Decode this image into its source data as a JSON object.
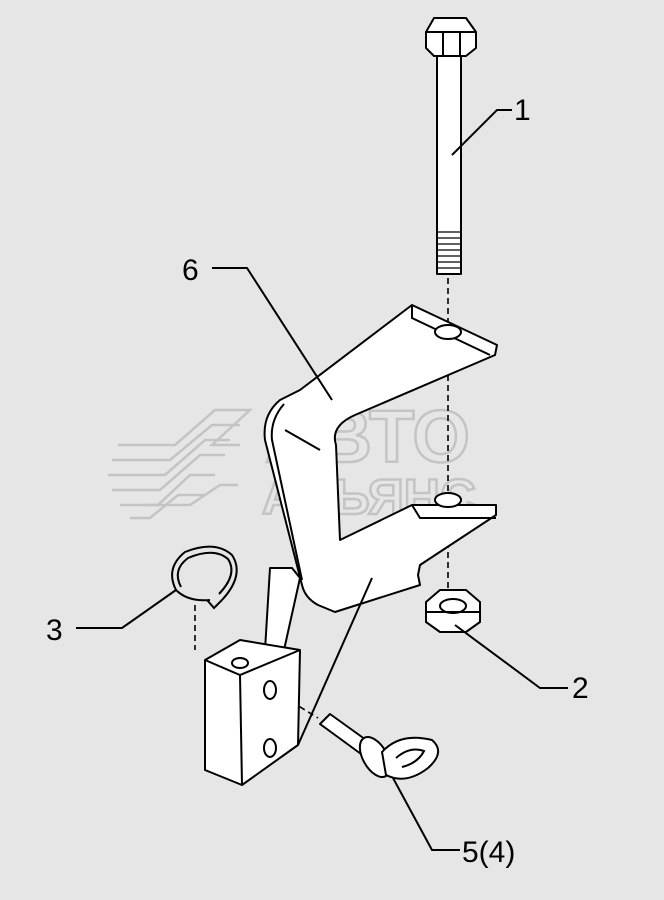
{
  "callouts": [
    {
      "id": "1",
      "label": "1"
    },
    {
      "id": "2",
      "label": "2"
    },
    {
      "id": "3",
      "label": "3"
    },
    {
      "id": "5",
      "label": "5(4)"
    },
    {
      "id": "6",
      "label": "6"
    }
  ],
  "watermark": {
    "line1": "АВТО",
    "line2": "АЛЬЯНС"
  }
}
